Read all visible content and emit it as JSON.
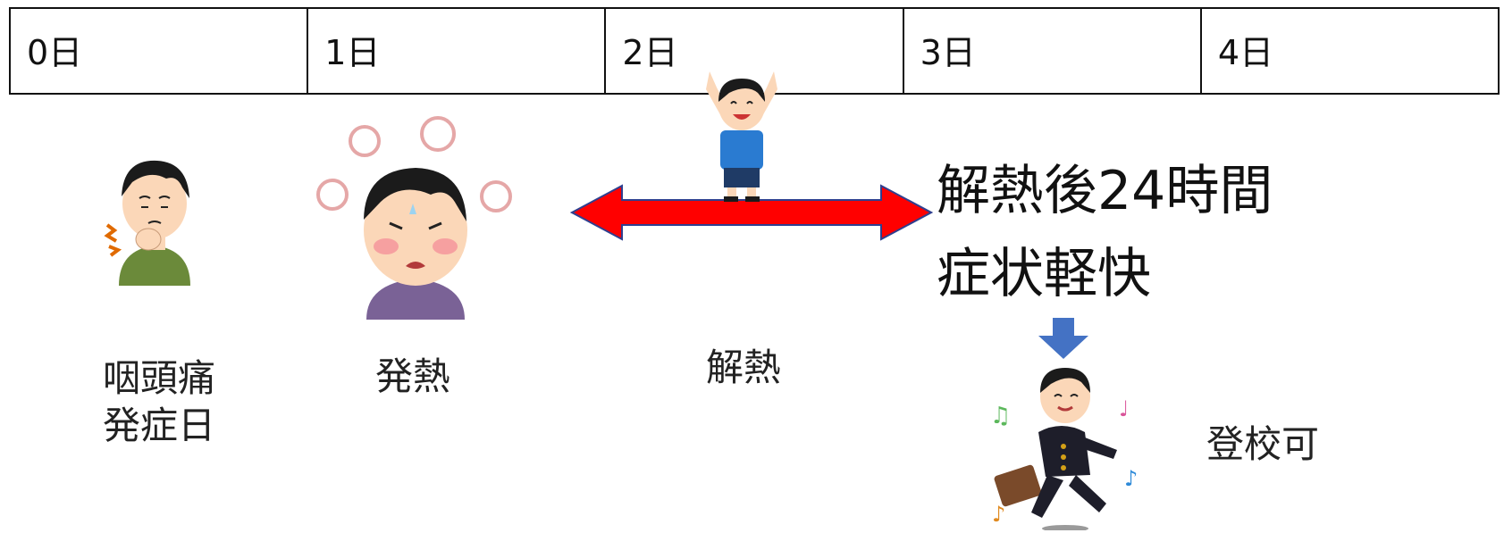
{
  "timeline": {
    "days": [
      "0日",
      "1日",
      "2日",
      "3日",
      "4日"
    ]
  },
  "captions": {
    "sore_throat_line1": "咽頭痛",
    "sore_throat_line2": "発症日",
    "fever": "発熱",
    "fever_down": "解熱",
    "after_fever_line1": "解熱後24時間",
    "after_fever_line2": "症状軽快",
    "school_ok": "登校可"
  },
  "colors": {
    "arrow_red": "#ff0000",
    "arrow_outline": "#2f3f8f",
    "down_arrow_blue": "#4472c4",
    "skin": "#fbd7b8",
    "hair": "#1b1b1b"
  },
  "icons": [
    "sore-throat-boy-icon",
    "fever-boy-icon",
    "cheering-boy-icon",
    "running-student-icon",
    "double-arrow-icon",
    "down-arrow-icon"
  ]
}
